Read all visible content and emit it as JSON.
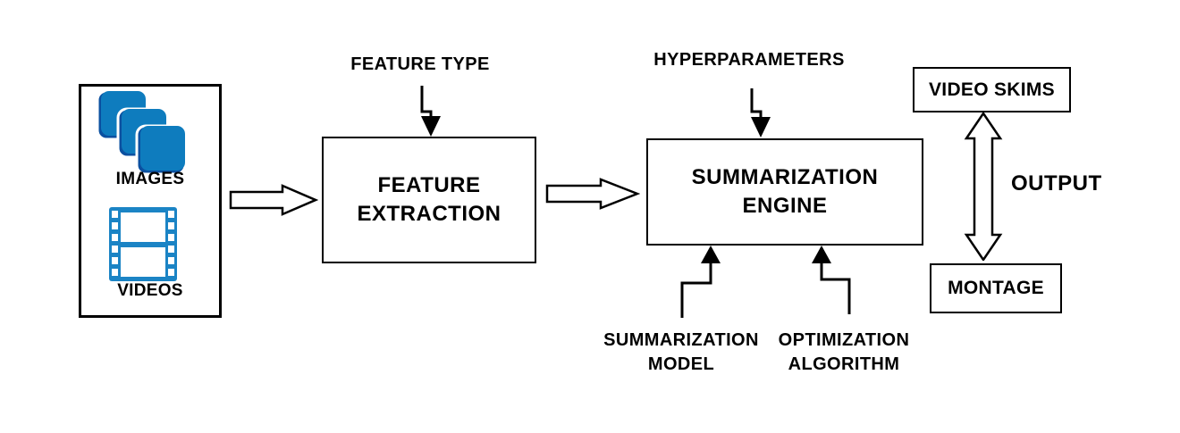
{
  "diagram": {
    "colors": {
      "line": "#000000",
      "background": "#ffffff",
      "icon_blue": "#0e7cbe",
      "icon_blue_dark": "#0b50a0",
      "film_blue": "#1b84c5"
    },
    "icons": {
      "images": "stacked-photos-icon",
      "videos": "film-strip-icon"
    },
    "input_box": {
      "images_label": "IMAGES",
      "videos_label": "VIDEOS"
    },
    "feature_extraction_box": {
      "line1": "FEATURE",
      "line2": "EXTRACTION"
    },
    "summarization_engine_box": {
      "line1": "SUMMARIZATION",
      "line2": "ENGINE"
    },
    "annotations": {
      "feature_type": "FEATURE TYPE",
      "hyperparameters": "HYPERPARAMETERS",
      "summarization_model": {
        "line1": "SUMMARIZATION",
        "line2": "MODEL"
      },
      "optimization_algorithm": {
        "line1": "OPTIMIZATION",
        "line2": "ALGORITHM"
      },
      "output": "OUTPUT"
    },
    "output_boxes": {
      "video_skims": "VIDEO SKIMS",
      "montage": "MONTAGE"
    }
  }
}
